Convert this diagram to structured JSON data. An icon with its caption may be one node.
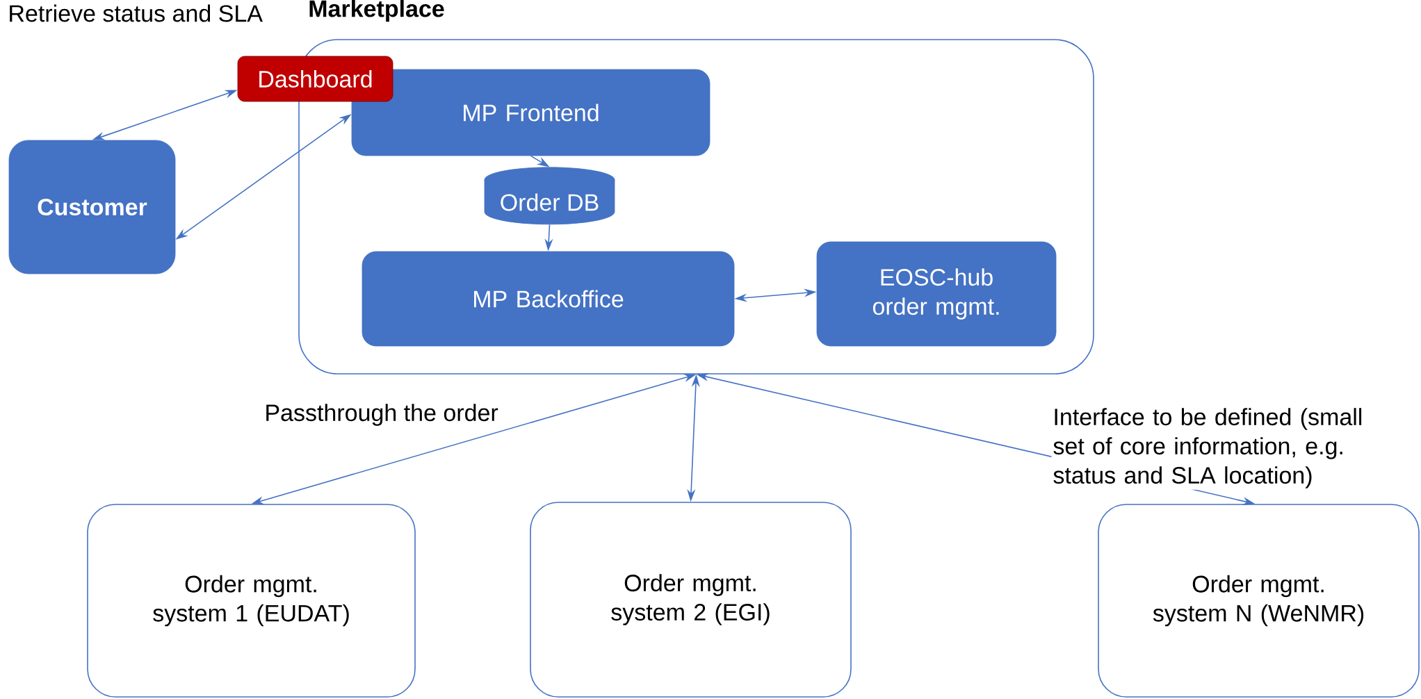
{
  "diagram": {
    "nodes": [
      {
        "text": [
          "Marketplace"
        ]
      },
      {
        "text": [
          "Dashboard"
        ]
      },
      {
        "text": [
          "MP Frontend"
        ],
        "in": 0
      },
      {
        "text": [
          "Order DB"
        ],
        "in": 0
      },
      {
        "text": [
          "MP Backoffice"
        ],
        "in": 0
      },
      {
        "text": [
          "EOSC-hub order mgmt."
        ],
        "in": 0
      },
      {
        "text": [
          "Customer"
        ]
      },
      {
        "text": [
          "Order mgmt. system 1 (EUDAT)"
        ]
      },
      {
        "text": [
          "Order mgmt. system 2 (EGI)"
        ]
      },
      {
        "text": [
          "Order mgmt. system N (WeNMR)"
        ]
      }
    ],
    "edges": [
      {
        "from": 6,
        "to": 1,
        "arrow": "both",
        "label": "Retrieve status and SLA"
      },
      {
        "from": 6,
        "to": 2,
        "arrow": "both"
      },
      {
        "from": 2,
        "to": 3,
        "arrow": "to"
      },
      {
        "from": 3,
        "to": 4,
        "arrow": "to"
      },
      {
        "from": 4,
        "to": 5,
        "arrow": "both"
      },
      {
        "from": 0,
        "to": 7,
        "arrow": "both",
        "label": "Passthrough the order"
      },
      {
        "from": 0,
        "to": 8,
        "arrow": "both"
      },
      {
        "from": 0,
        "to": 9,
        "arrow": "both",
        "label": "Interface to be defined (small set of core information, e.g. status and SLA location)"
      }
    ]
  }
}
